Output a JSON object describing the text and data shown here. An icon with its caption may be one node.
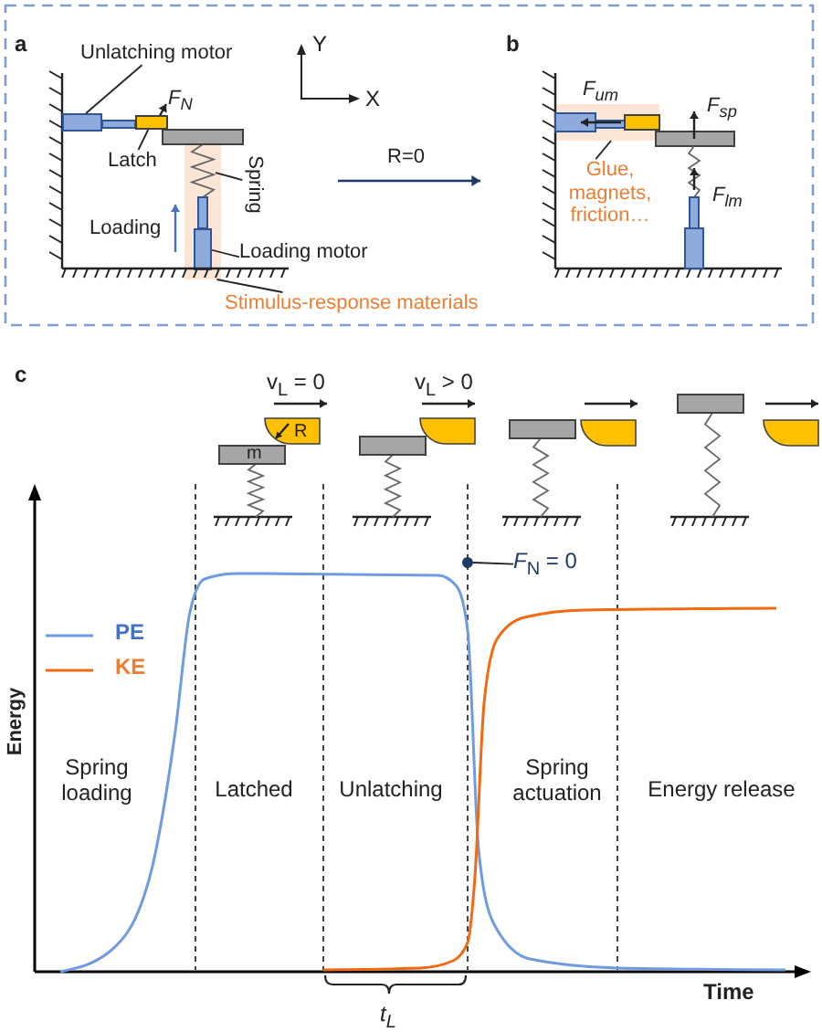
{
  "diagram": {
    "nodes": [
      {
        "text": [
          "Unlatching motor"
        ]
      },
      {
        "text": [],
        "shape": "box"
      },
      {
        "text": [
          "Latch"
        ]
      },
      {
        "text": [],
        "shape": "box"
      },
      {
        "text": [
          "Spring"
        ]
      },
      {
        "text": [],
        "shape": "spring",
        "in": 9
      },
      {
        "text": [
          "Loading motor"
        ]
      },
      {
        "text": [],
        "shape": "box",
        "in": 9
      },
      {
        "text": [
          "Stimulus-response materials"
        ]
      },
      {
        "text": [],
        "shape": "box"
      },
      {
        "text": [
          "Glue, magnets, friction…"
        ]
      },
      {
        "text": [],
        "shape": "box"
      },
      {
        "text": [
          "*F*$_{N}$ = 0"
        ]
      },
      {
        "text": [],
        "shape": "circle"
      }
    ],
    "edges": [
      {
        "from": 0,
        "to": 1,
        "arrow": "none"
      },
      {
        "from": 2,
        "to": 3,
        "arrow": "none"
      },
      {
        "from": 4,
        "to": 5,
        "arrow": "none"
      },
      {
        "from": 6,
        "to": 7,
        "arrow": "none"
      },
      {
        "from": 8,
        "to": 9,
        "arrow": "none"
      },
      {
        "from": 10,
        "to": 11,
        "arrow": "none"
      },
      {
        "from": 12,
        "to": 13,
        "arrow": "none"
      }
    ],
    "labels": [
      "a",
      "Y",
      "X",
      "F$_{N}$",
      "Loading",
      "R=0",
      "b",
      "F$_{um}$",
      "F$_{sp}$",
      "F$_{lm}$",
      "c",
      "v$_{L}$ = 0",
      "R",
      "m",
      "v$_{L}$ > 0",
      "Energy",
      "Spring loading",
      "Latched",
      "Unlatching",
      "Spring actuation",
      "Energy release",
      "Time",
      "t$_{L}$"
    ],
    "legend": [
      {
        "text": "PE"
      },
      {
        "text": "KE"
      }
    ]
  }
}
